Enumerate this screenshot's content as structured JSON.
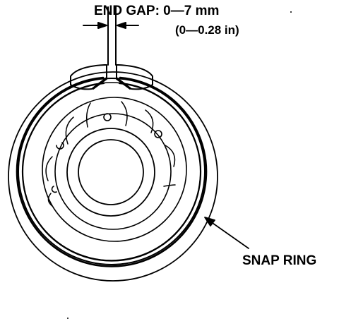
{
  "labels": {
    "end_gap_title": "END GAP: 0—7 mm",
    "end_gap_imperial": "(0—0.28 in)",
    "snap_ring": "SNAP RING"
  },
  "colors": {
    "ink": "#000000",
    "paper": "#ffffff"
  }
}
